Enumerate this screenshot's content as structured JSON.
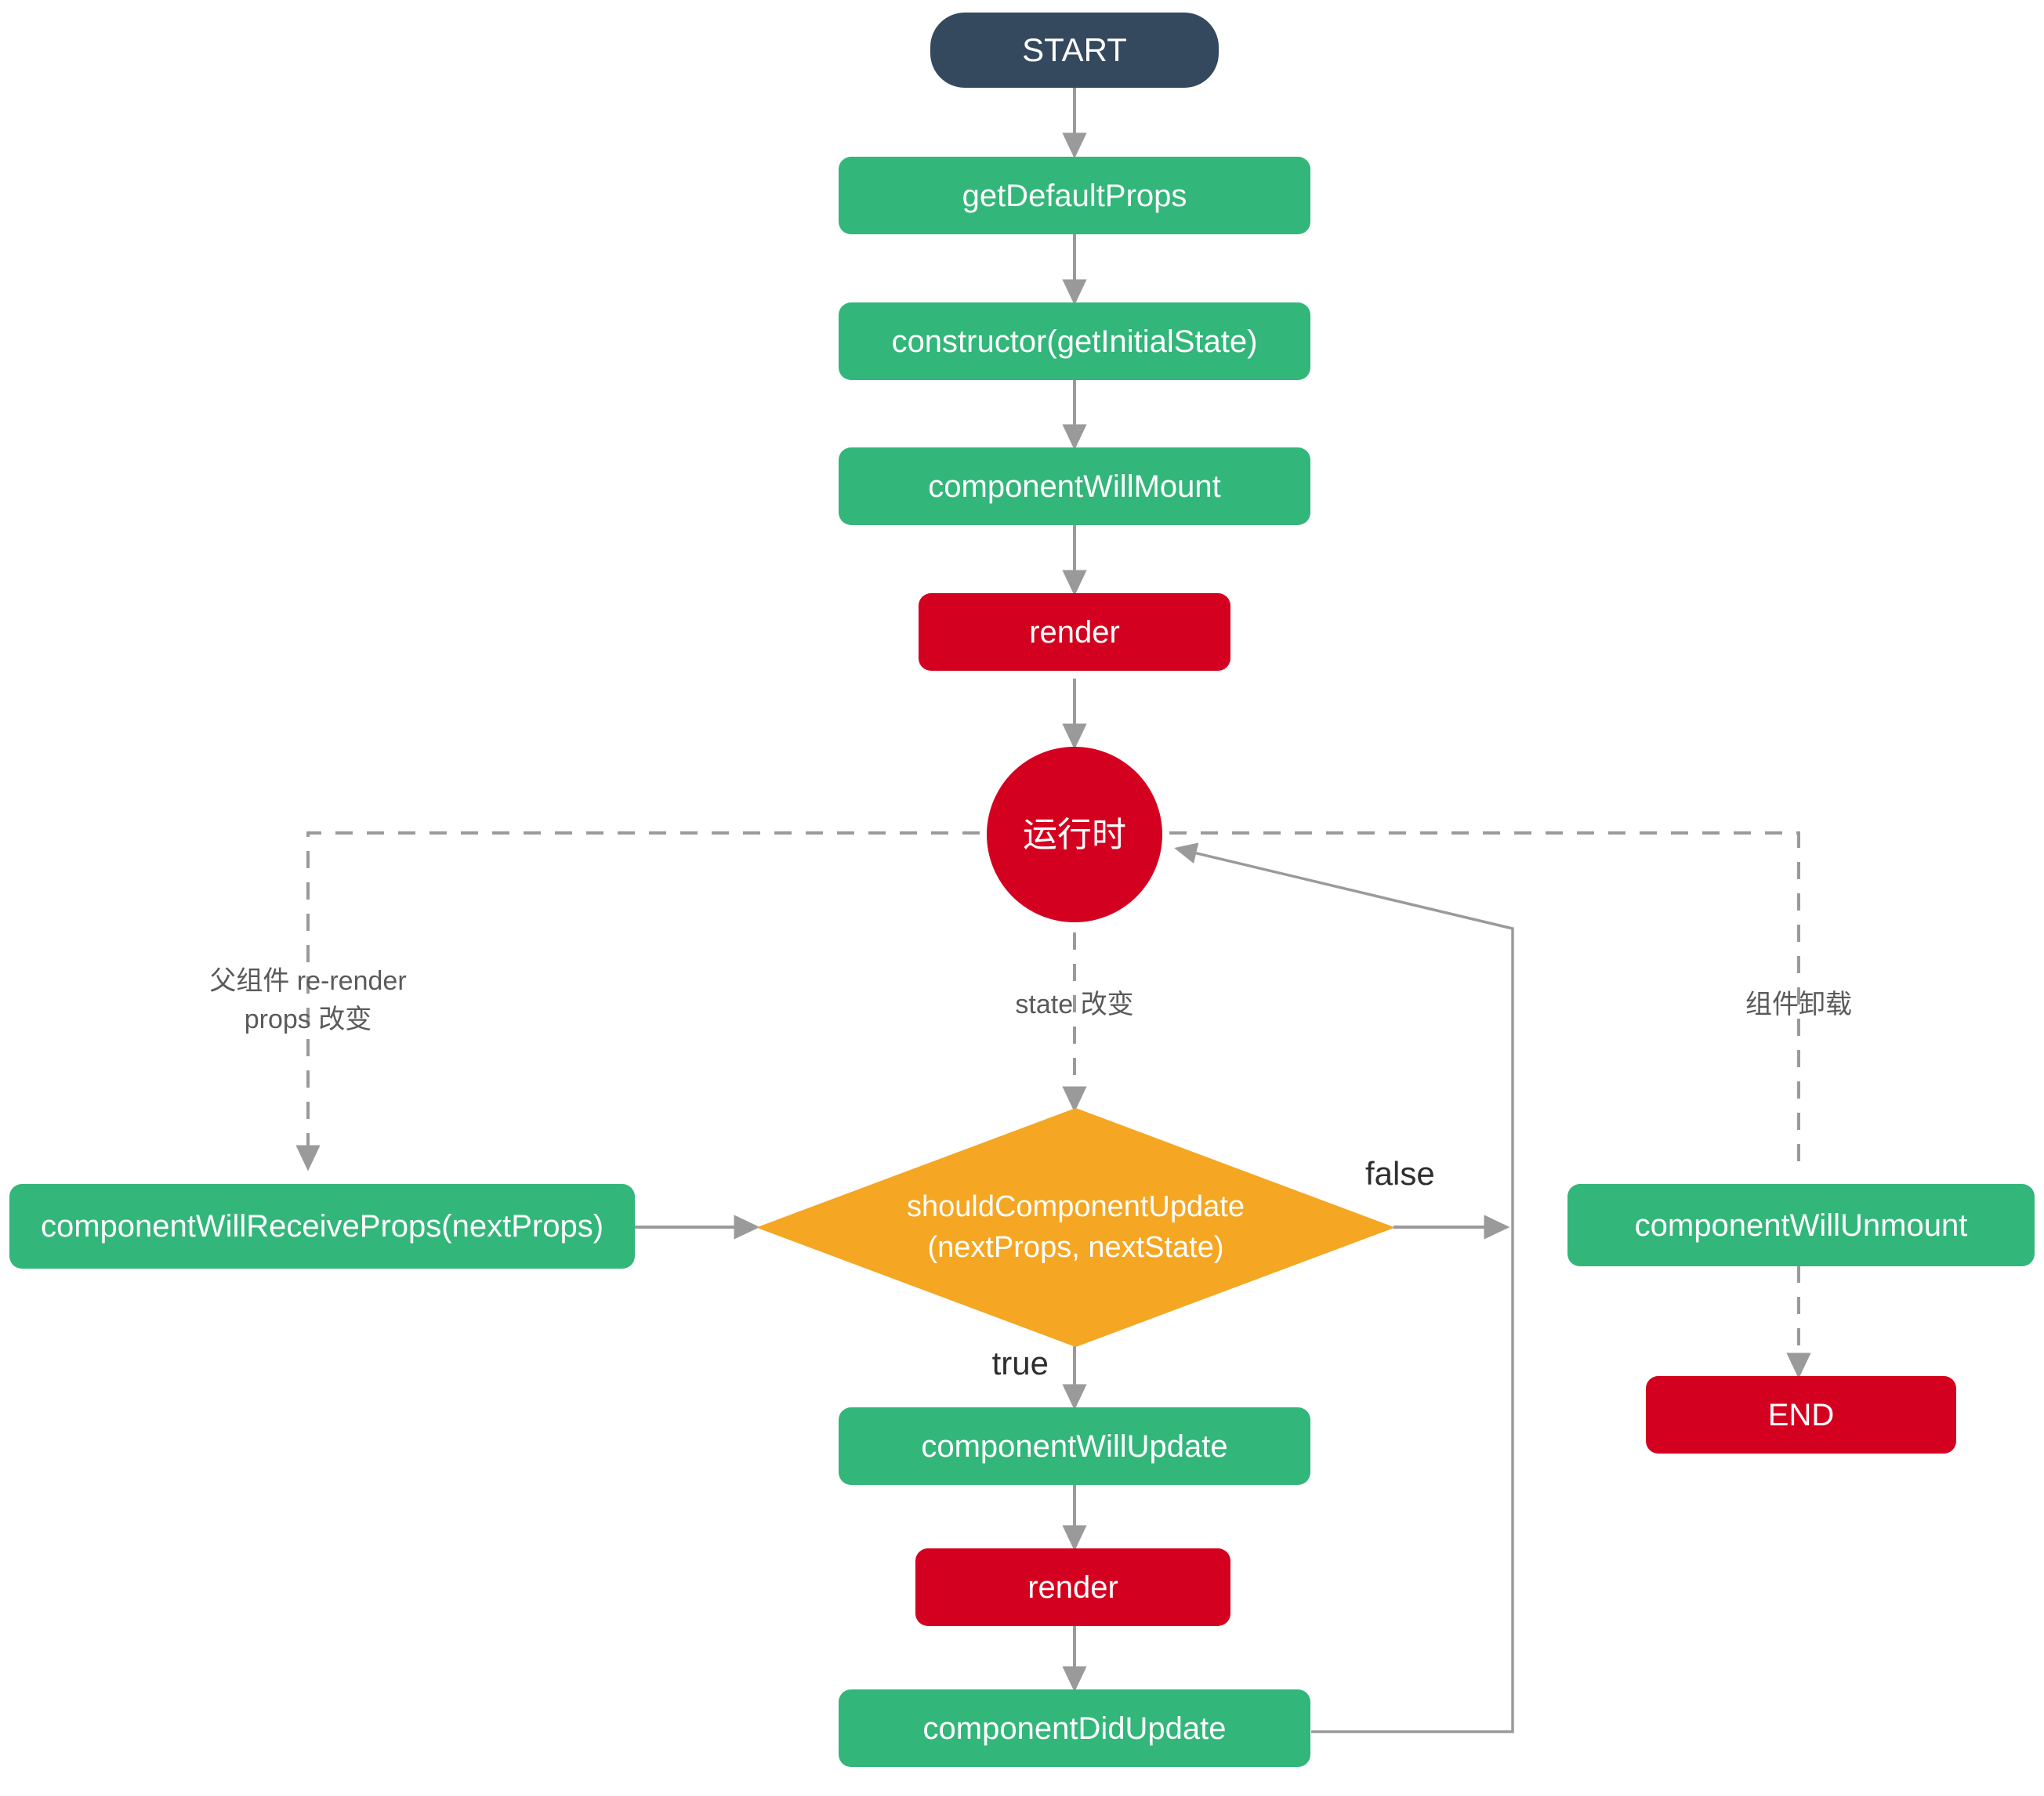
{
  "diagram": {
    "title": "React Component Lifecycle Flowchart",
    "background": "#ffffff",
    "colors": {
      "start_node": "#34495e",
      "lifecycle_node": "#32b67a",
      "render_node": "#d4001f",
      "decision_node": "#f5a623",
      "edge": "#9a9a9a",
      "label_text": "#5a5a5a",
      "label_text_dark": "#2e2e2e"
    },
    "nodes": [
      {
        "id": "start",
        "label": "START",
        "shape": "pill",
        "color": "slate"
      },
      {
        "id": "get-default-props",
        "label": "getDefaultProps",
        "shape": "rounded",
        "color": "green"
      },
      {
        "id": "constructor",
        "label": "constructor(getInitialState)",
        "shape": "rounded",
        "color": "green"
      },
      {
        "id": "component-will-mount",
        "label": "componentWillMount",
        "shape": "rounded",
        "color": "green"
      },
      {
        "id": "render-initial",
        "label": "render",
        "shape": "rounded",
        "color": "red"
      },
      {
        "id": "runtime",
        "label": "运行时",
        "shape": "circle",
        "color": "red"
      },
      {
        "id": "will-receive-props",
        "label": "componentWillReceiveProps(nextProps)",
        "shape": "rounded",
        "color": "green"
      },
      {
        "id": "should-component-update",
        "label": "shouldComponentUpdate\n(nextProps, nextState)",
        "shape": "diamond",
        "color": "orange"
      },
      {
        "id": "component-will-update",
        "label": "componentWillUpdate",
        "shape": "rounded",
        "color": "green"
      },
      {
        "id": "render-update",
        "label": "render",
        "shape": "rounded",
        "color": "red"
      },
      {
        "id": "component-did-update",
        "label": "componentDidUpdate",
        "shape": "rounded",
        "color": "green"
      },
      {
        "id": "component-will-unmount",
        "label": "componentWillUnmount",
        "shape": "rounded",
        "color": "green"
      },
      {
        "id": "end",
        "label": "END",
        "shape": "rounded",
        "color": "red"
      }
    ],
    "edge_labels": [
      {
        "id": "props-change",
        "text": "父组件 re-render\nprops 改变",
        "style": "muted"
      },
      {
        "id": "state-change",
        "text": "state 改变",
        "style": "muted"
      },
      {
        "id": "unmount",
        "text": "组件卸载",
        "style": "muted"
      },
      {
        "id": "false-branch",
        "text": "false",
        "style": "dark"
      },
      {
        "id": "true-branch",
        "text": "true",
        "style": "dark"
      }
    ],
    "edges": [
      {
        "from": "start",
        "to": "get-default-props",
        "style": "solid"
      },
      {
        "from": "get-default-props",
        "to": "constructor",
        "style": "solid"
      },
      {
        "from": "constructor",
        "to": "component-will-mount",
        "style": "solid"
      },
      {
        "from": "component-will-mount",
        "to": "render-initial",
        "style": "solid"
      },
      {
        "from": "render-initial",
        "to": "runtime",
        "style": "solid"
      },
      {
        "from": "runtime",
        "to": "will-receive-props",
        "style": "dashed",
        "label": "父组件 re-render\nprops 改变"
      },
      {
        "from": "runtime",
        "to": "should-component-update",
        "style": "dashed",
        "label": "state 改变"
      },
      {
        "from": "runtime",
        "to": "component-will-unmount",
        "style": "dashed",
        "label": "组件卸载"
      },
      {
        "from": "will-receive-props",
        "to": "should-component-update",
        "style": "solid"
      },
      {
        "from": "should-component-update",
        "to": "component-will-update",
        "style": "solid",
        "label": "true"
      },
      {
        "from": "should-component-update",
        "to": "runtime",
        "style": "solid",
        "label": "false"
      },
      {
        "from": "component-will-update",
        "to": "render-update",
        "style": "solid"
      },
      {
        "from": "render-update",
        "to": "component-did-update",
        "style": "solid"
      },
      {
        "from": "component-did-update",
        "to": "runtime",
        "style": "solid"
      },
      {
        "from": "component-will-unmount",
        "to": "end",
        "style": "dashed"
      }
    ]
  }
}
